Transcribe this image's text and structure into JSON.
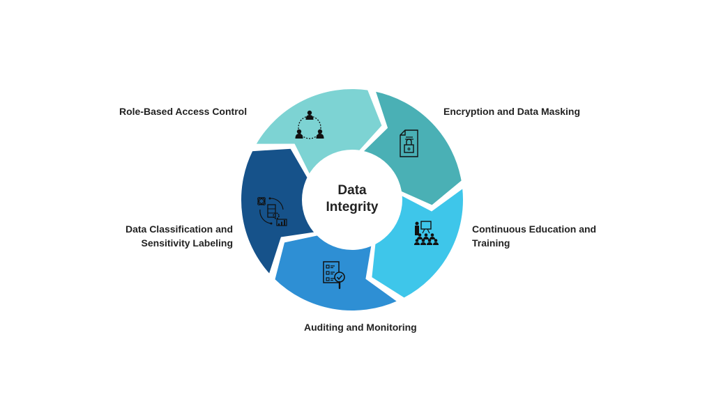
{
  "diagram": {
    "title": "Data Integrity",
    "center": {
      "line1": "Data",
      "line2": "Integrity"
    },
    "segments": [
      {
        "label": "Role-Based Access Control",
        "icon": "team-network-icon",
        "color": "#7dd3d3"
      },
      {
        "label": "Encryption and Data Masking",
        "icon": "locked-document-icon",
        "color": "#4ab0b5"
      },
      {
        "label_line1": "Continuous Education and",
        "label_line2": "Training",
        "icon": "presentation-training-icon",
        "color": "#3ec6ea"
      },
      {
        "label": "Auditing and Monitoring",
        "icon": "checklist-magnifier-icon",
        "color": "#2e8fd4"
      },
      {
        "label_line1": "Data Classification and",
        "label_line2": "Sensitivity Labeling",
        "icon": "data-classification-icon",
        "color": "#16528a"
      }
    ]
  }
}
